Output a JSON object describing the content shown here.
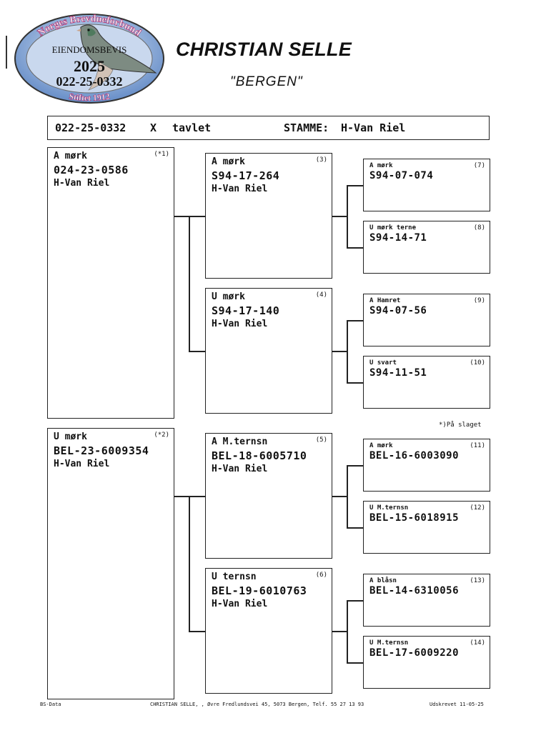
{
  "logo": {
    "org": "Norges Brevdueforbund",
    "doc_type": "EIENDOMSBEVIS",
    "year": "2025",
    "ring": "022-25-0332",
    "founded": "Stiftet 1912",
    "icon": "pigeon-icon"
  },
  "owner": {
    "name": "CHRISTIAN SELLE",
    "city": "\"BERGEN\""
  },
  "header": {
    "ring": "022-25-0332",
    "sex_mark": "X",
    "color": "tavlet",
    "strain_label": "STAMME:",
    "strain": "H-Van Riel"
  },
  "pedigree": {
    "sire": {
      "sex": "A mørk",
      "ring": "024-23-0586",
      "strain": "H-Van Riel",
      "num": "(*1)"
    },
    "dam": {
      "sex": "U mørk",
      "ring": "BEL-23-6009354",
      "strain": "H-Van Riel",
      "num": "(*2)"
    },
    "g2": [
      {
        "sex": "A mørk",
        "ring": "S94-17-264",
        "strain": "H-Van Riel",
        "num": "(3)"
      },
      {
        "sex": "U mørk",
        "ring": "S94-17-140",
        "strain": "H-Van Riel",
        "num": "(4)"
      },
      {
        "sex": "A M.ternsn",
        "ring": "BEL-18-6005710",
        "strain": "H-Van Riel",
        "num": "(5)"
      },
      {
        "sex": "U ternsn",
        "ring": "BEL-19-6010763",
        "strain": "H-Van Riel",
        "num": "(6)"
      }
    ],
    "g3": [
      {
        "sex": "A mørk",
        "ring": "S94-07-074",
        "num": "(7)"
      },
      {
        "sex": "U mørk terne",
        "ring": "S94-14-71",
        "num": "(8)"
      },
      {
        "sex": "A Hamret",
        "ring": "S94-07-56",
        "num": "(9)"
      },
      {
        "sex": "U svart",
        "ring": "S94-11-51",
        "num": "(10)"
      },
      {
        "sex": "A mørk",
        "ring": "BEL-16-6003090",
        "num": "(11)"
      },
      {
        "sex": "U M.ternsn",
        "ring": "BEL-15-6018915",
        "num": "(12)"
      },
      {
        "sex": "A blåsn",
        "ring": "BEL-14-6310056",
        "num": "(13)"
      },
      {
        "sex": "U M.ternsn",
        "ring": "BEL-17-6009220",
        "num": "(14)"
      }
    ]
  },
  "note": "*)På slaget",
  "footer": {
    "left": "BS-Data",
    "middle": "CHRISTIAN SELLE, , Øvre Fredlundsvei 45, 5073 Bergen, Telf. 55 27 13 93",
    "right": "Udskrevet 11-05-25"
  }
}
